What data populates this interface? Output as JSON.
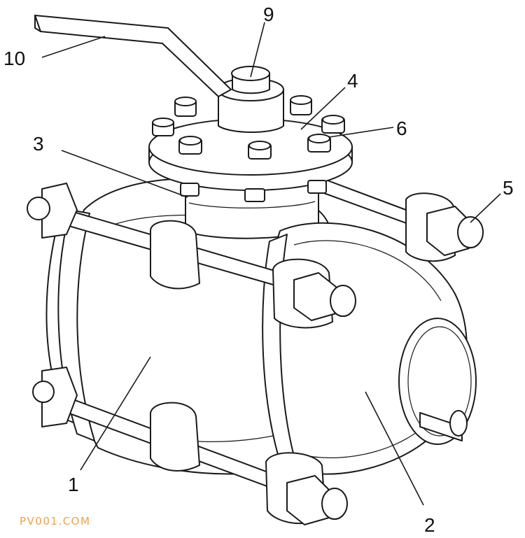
{
  "figure": {
    "callouts": [
      {
        "id": "1",
        "text": "1"
      },
      {
        "id": "2",
        "text": "2"
      },
      {
        "id": "3",
        "text": "3"
      },
      {
        "id": "4",
        "text": "4"
      },
      {
        "id": "5",
        "text": "5"
      },
      {
        "id": "6",
        "text": "6"
      },
      {
        "id": "9",
        "text": "9"
      },
      {
        "id": "10",
        "text": "10"
      }
    ],
    "watermark": "PV001.COM",
    "colors": {
      "line": "#1a1a1a",
      "background": "#ffffff",
      "watermark": "#f0a04a"
    }
  }
}
